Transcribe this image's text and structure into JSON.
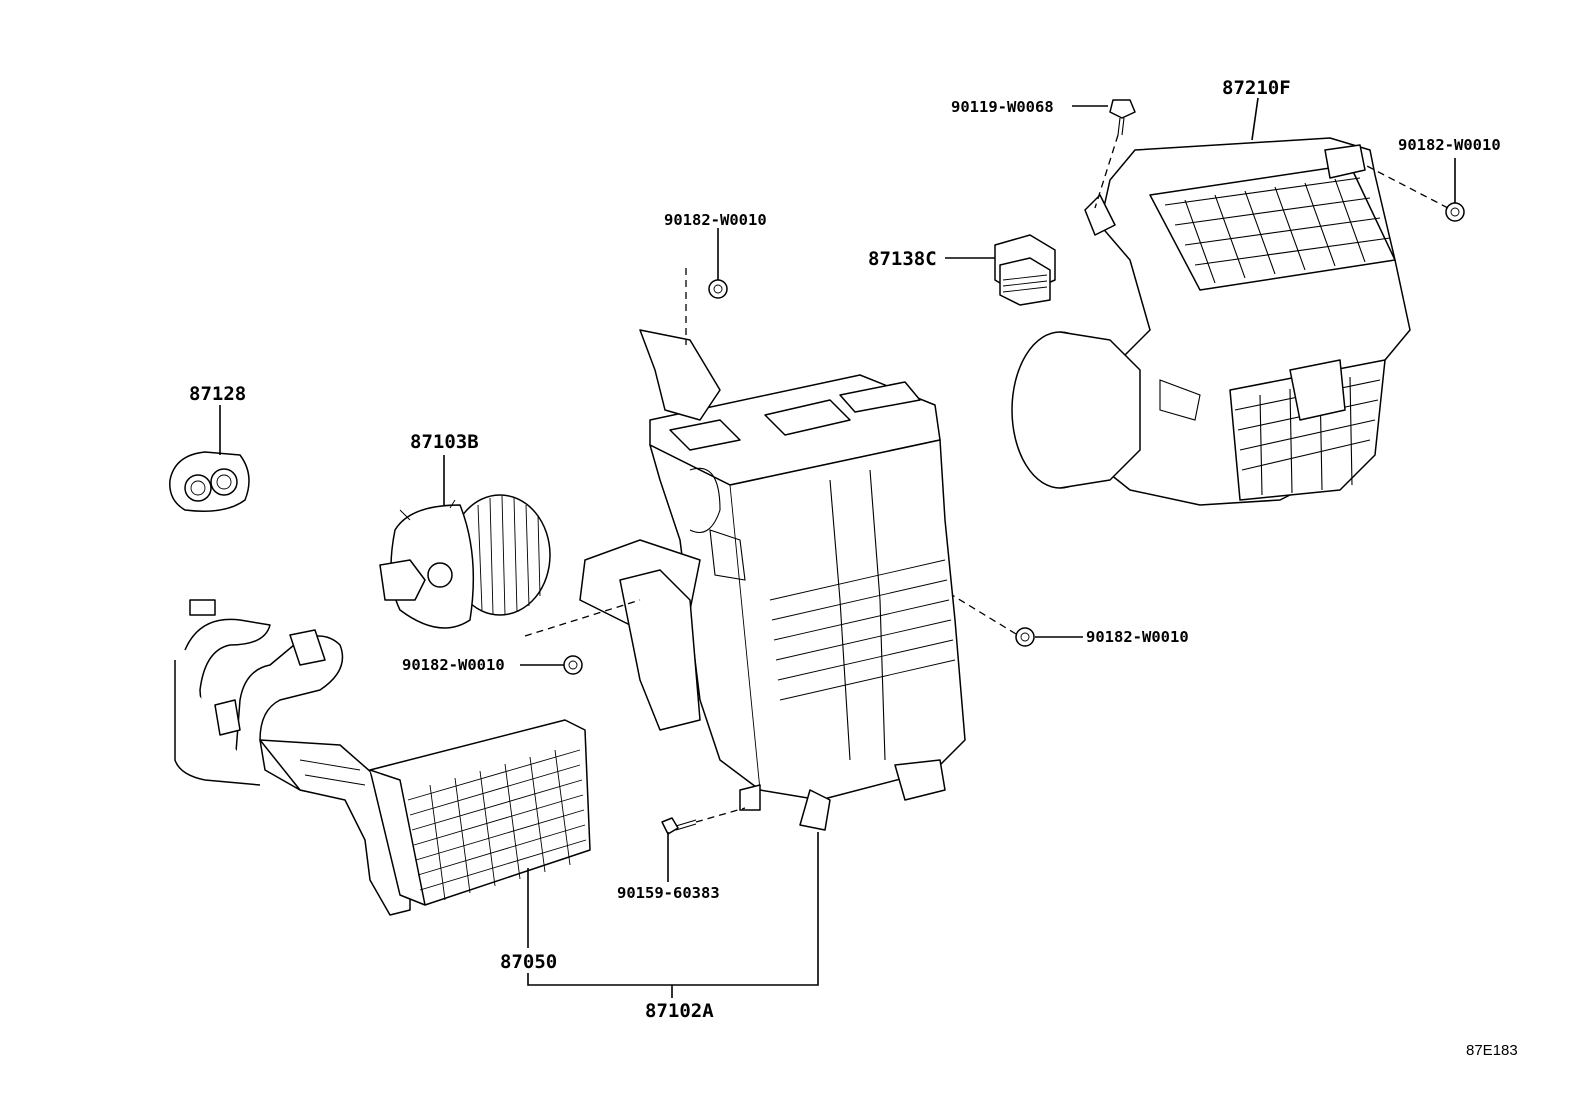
{
  "labels": {
    "p87210F": "87210F",
    "p90119_W0068": "90119-W0068",
    "p90182_W0010_top_right": "90182-W0010",
    "p87138C": "87138C",
    "p90182_W0010_top_center": "90182-W0010",
    "p87128": "87128",
    "p87103B": "87103B",
    "p90182_W0010_left": "90182-W0010",
    "p90182_W0010_right": "90182-W0010",
    "p90159_60383": "90159-60383",
    "p87050": "87050",
    "p87102A": "87102A"
  },
  "illustration_ref": "87E183"
}
